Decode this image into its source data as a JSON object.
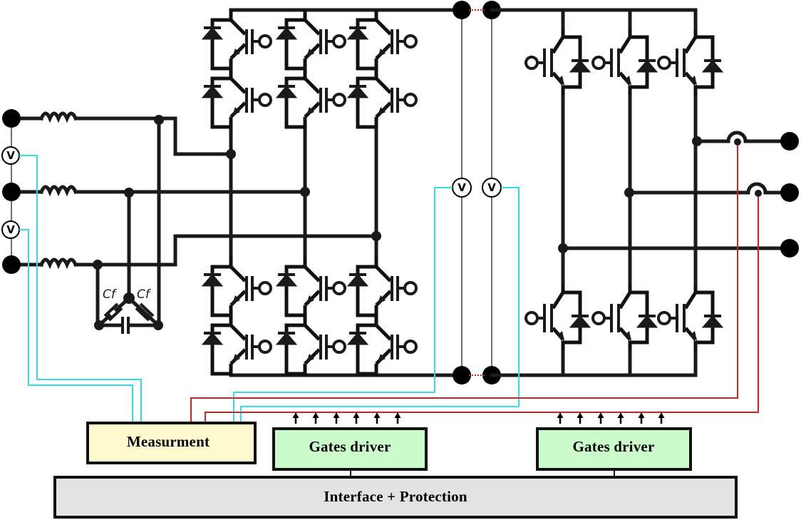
{
  "diagram": {
    "title": "Back-to-back three-phase converter with LC filter, measurement and gate driver boards",
    "colors": {
      "power_wire": "#1a1a1a",
      "voltage_sense_wire": "#33dde8",
      "current_sense_wire": "#d42020",
      "measurement_fill": "#fdfbcf",
      "gates_driver_fill": "#ccfccb",
      "interface_fill": "#e3e3e3"
    },
    "grid_side": {
      "phases": 3,
      "voltmeters": [
        {
          "label": "V"
        },
        {
          "label": "V"
        }
      ],
      "filter_capacitors": [
        {
          "label": "Cf"
        },
        {
          "label": "Cf"
        }
      ]
    },
    "rectifier": {
      "legs": 3,
      "switches_per_leg": 4,
      "type": "IGBT with antiparallel diode"
    },
    "dc_link": {
      "voltmeters": [
        {
          "label": "V"
        },
        {
          "label": "V"
        }
      ]
    },
    "inverter": {
      "legs": 3,
      "switches_per_leg": 2,
      "type": "IGBT with antiparallel diode",
      "outputs": 3,
      "current_sensors": 2
    },
    "blocks": {
      "measurement": "Measurment",
      "gates_driver_left": "Gates driver",
      "gates_driver_right": "Gates driver",
      "interface": "Interface + Protection"
    },
    "gate_arrows_per_driver": 6
  }
}
